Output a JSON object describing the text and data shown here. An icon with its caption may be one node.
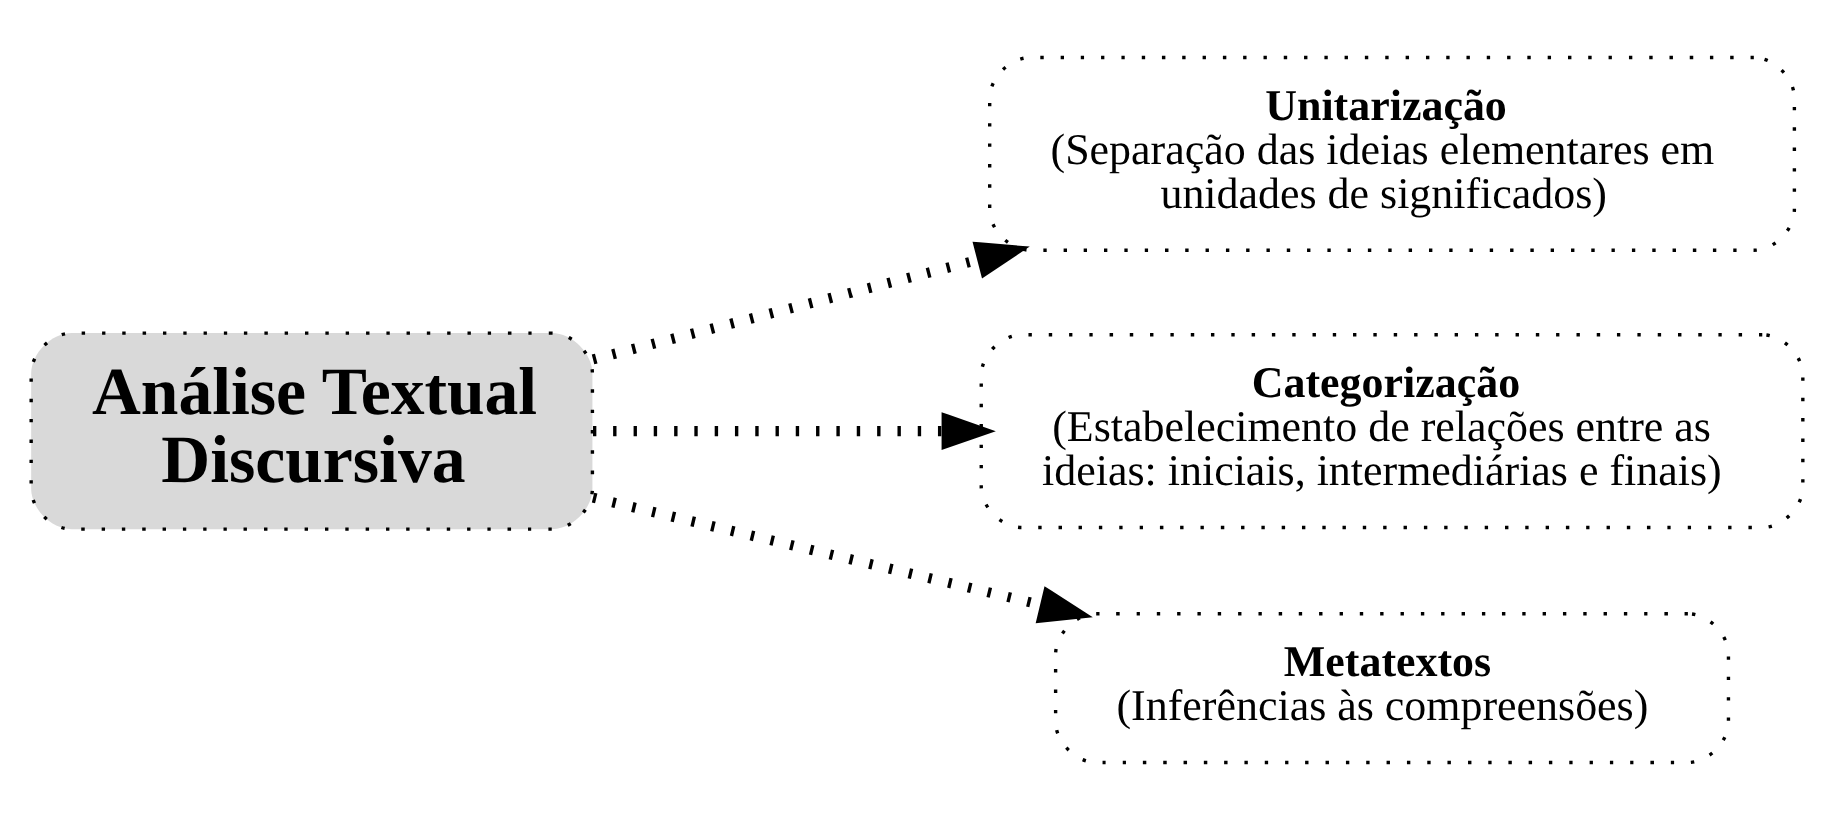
{
  "diagram": {
    "nodes": [
      {
        "text": [
          "Análise Textual Discursiva"
        ]
      },
      {
        "text": [
          "Unitarização",
          "(Separação das ideias elementares em unidades de significados)"
        ]
      },
      {
        "text": [
          "Categorização",
          "(Estabelecimento de relações entre as ideias: iniciais, intermediárias e finais)"
        ]
      },
      {
        "text": [
          "Metatextos",
          "(Inferências às compreensões)"
        ]
      }
    ],
    "edges": [
      {
        "from": 0,
        "to": 1,
        "arrow": "to"
      },
      {
        "from": 0,
        "to": 2,
        "arrow": "to"
      },
      {
        "from": 0,
        "to": 3,
        "arrow": "to"
      }
    ]
  }
}
